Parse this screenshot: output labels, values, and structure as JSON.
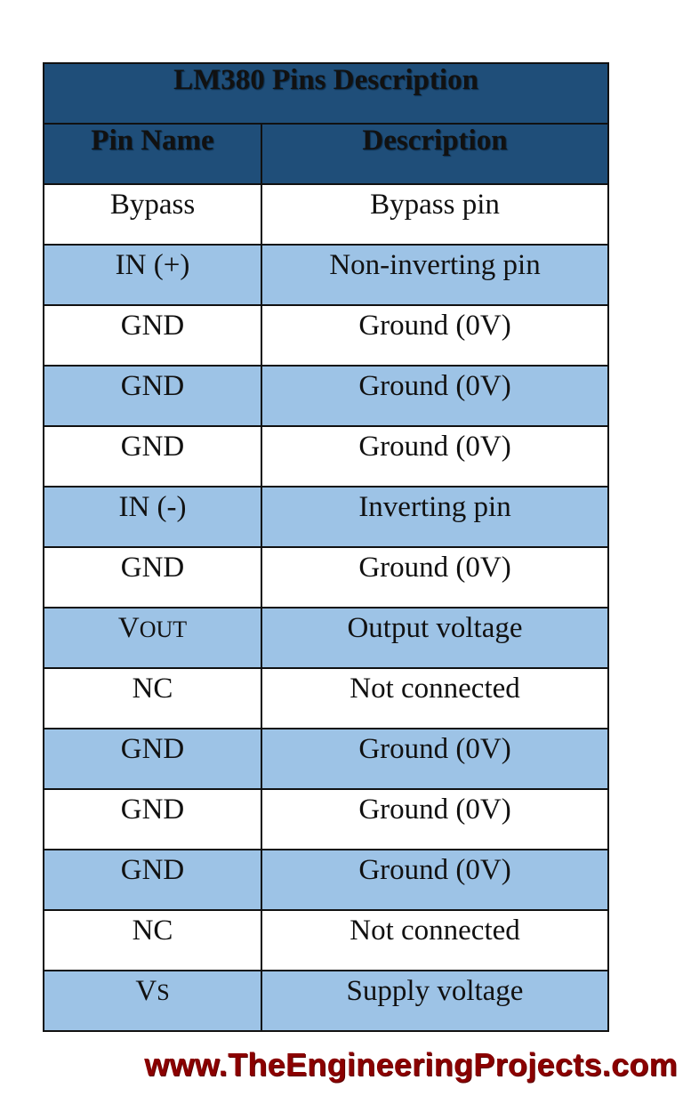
{
  "table": {
    "title": "LM380 Pins Description",
    "headers": [
      "Pin Name",
      "Description"
    ],
    "colors": {
      "header_bg": "#1f4e79",
      "stripe_bg": "#9dc3e6",
      "plain_bg": "#ffffff"
    },
    "rows": [
      {
        "pin": "Bypass",
        "desc": "Bypass pin"
      },
      {
        "pin": "IN (+)",
        "desc": "Non-inverting pin"
      },
      {
        "pin": "GND",
        "desc": "Ground (0V)"
      },
      {
        "pin": "GND",
        "desc": "Ground (0V)"
      },
      {
        "pin": "GND",
        "desc": "Ground (0V)"
      },
      {
        "pin": "IN (-)",
        "desc": "Inverting pin"
      },
      {
        "pin": "GND",
        "desc": "Ground (0V)"
      },
      {
        "pin": "V",
        "pin_sub": "OUT",
        "desc": "Output voltage"
      },
      {
        "pin": "NC",
        "desc": "Not connected"
      },
      {
        "pin": "GND",
        "desc": "Ground (0V)"
      },
      {
        "pin": "GND",
        "desc": "Ground (0V)"
      },
      {
        "pin": "GND",
        "desc": "Ground (0V)"
      },
      {
        "pin": "NC",
        "desc": "Not connected"
      },
      {
        "pin": "V",
        "pin_sub": "S",
        "desc": "Supply voltage"
      }
    ]
  },
  "footer": {
    "watermark": "www.TheEngineeringProjects.com",
    "color": "#8b0000"
  }
}
